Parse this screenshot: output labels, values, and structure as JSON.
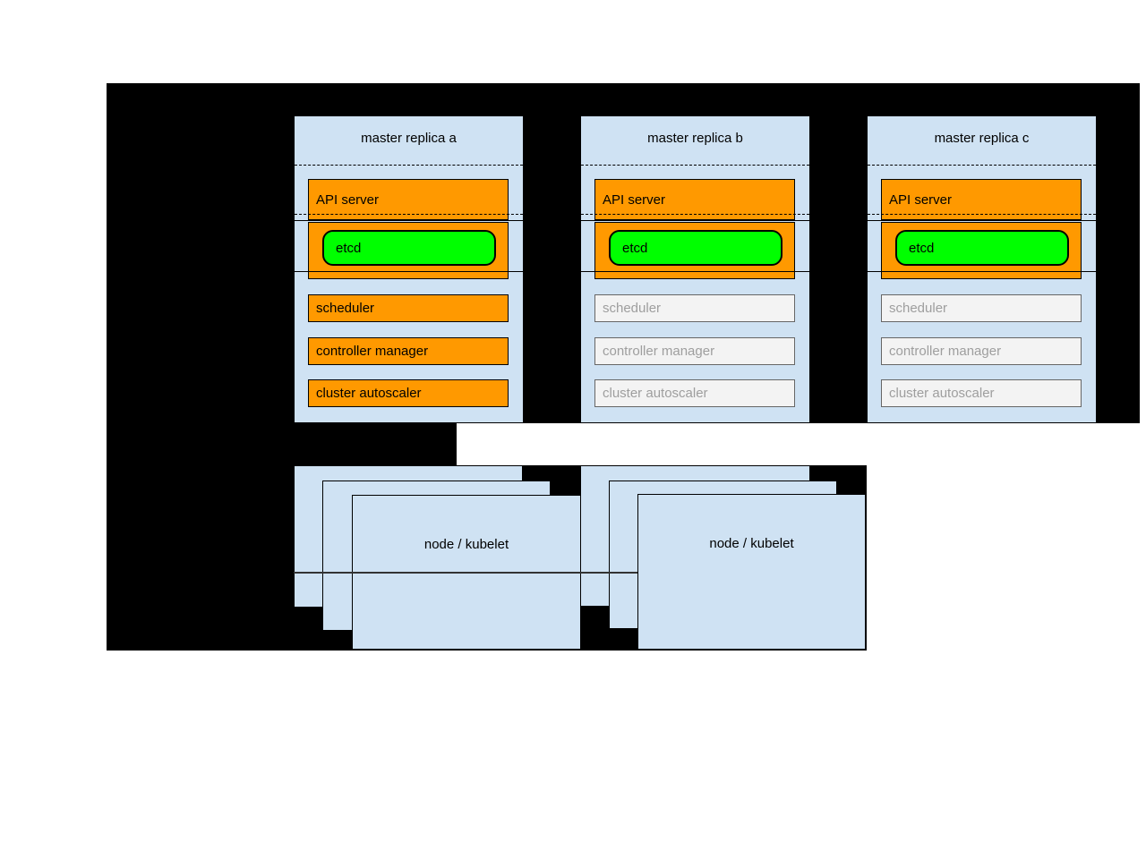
{
  "masters": [
    {
      "title": "master replica a",
      "active": true,
      "api_server": "API server",
      "etcd": "etcd",
      "scheduler": "scheduler",
      "controller_manager": "controller manager",
      "cluster_autoscaler": "cluster autoscaler"
    },
    {
      "title": "master replica b",
      "active": false,
      "api_server": "API server",
      "etcd": "etcd",
      "scheduler": "scheduler",
      "controller_manager": "controller manager",
      "cluster_autoscaler": "cluster autoscaler"
    },
    {
      "title": "master replica c",
      "active": false,
      "api_server": "API server",
      "etcd": "etcd",
      "scheduler": "scheduler",
      "controller_manager": "controller manager",
      "cluster_autoscaler": "cluster autoscaler"
    }
  ],
  "nodes": [
    {
      "label": "node / kubelet"
    },
    {
      "label": "node / kubelet"
    }
  ],
  "colors": {
    "canvas_bg": "#000000",
    "card_fill": "#cfe2f3",
    "node_fill": "#cfe2f3",
    "active_fill": "#ff9900",
    "etcd_fill": "#00ff00",
    "inactive_fill": "#f3f3f3",
    "inactive_border": "#666666",
    "inactive_text": "#9e9e9e",
    "divider": "#333333"
  }
}
